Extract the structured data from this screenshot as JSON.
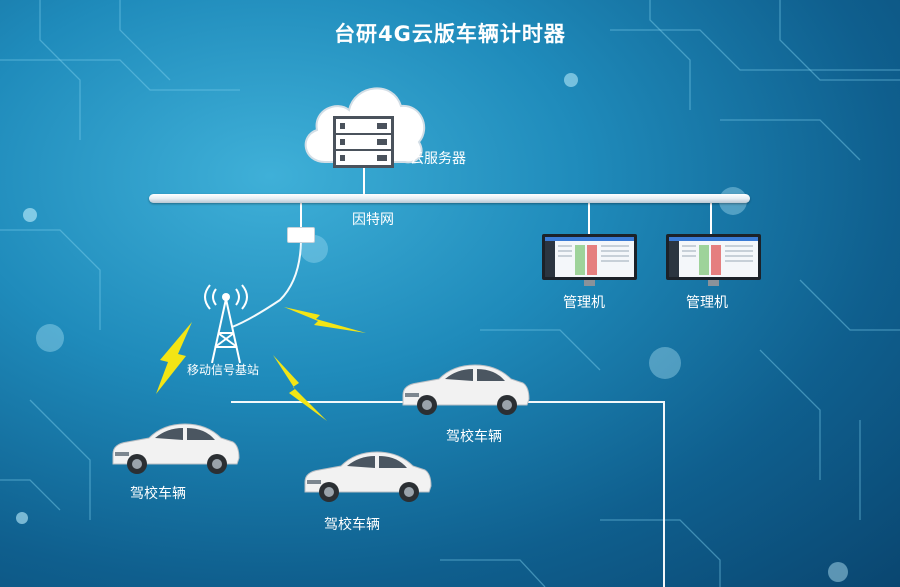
{
  "title": "台研4G云版车辆计时器",
  "nodes": {
    "cloud_server": "云服务器",
    "internet": "因特网",
    "manager_1": "管理机",
    "manager_2": "管理机",
    "base_station": "移动信号基站",
    "car_1": "驾校车辆",
    "car_2": "驾校车辆",
    "car_3": "驾校车辆"
  },
  "colors": {
    "background": "#1f8bbb",
    "bolt": "#f3e515",
    "car": "#f2f2f2",
    "line": "#ffffff"
  },
  "icons": [
    "cloud-icon",
    "server-icon",
    "router-icon",
    "monitor-icon",
    "signal-tower-icon",
    "lightning-icon",
    "car-icon"
  ]
}
